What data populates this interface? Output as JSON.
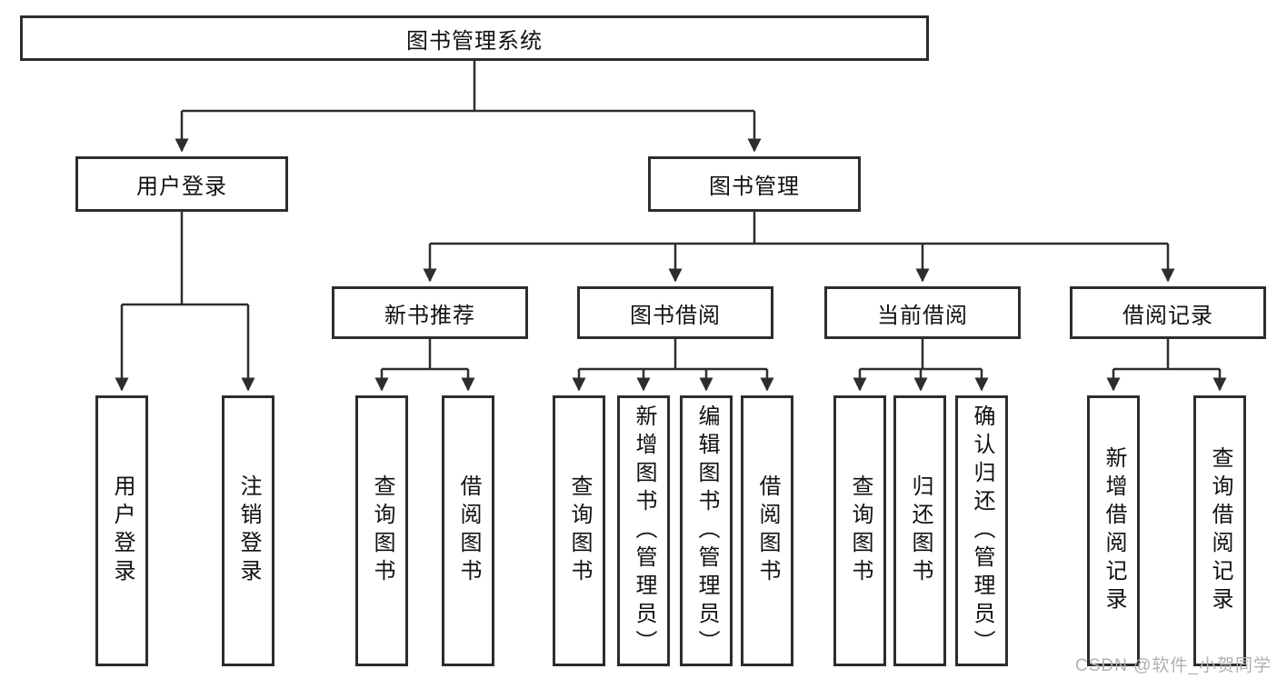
{
  "tree": {
    "root": {
      "label": "图书管理系统"
    },
    "branches": [
      {
        "label": "用户登录",
        "children": [
          {
            "label": "用户登录"
          },
          {
            "label": "注销登录"
          }
        ]
      },
      {
        "label": "图书管理",
        "children": [
          {
            "label": "新书推荐",
            "children": [
              {
                "label": "查询图书"
              },
              {
                "label": "借阅图书"
              }
            ]
          },
          {
            "label": "图书借阅",
            "children": [
              {
                "label": "查询图书"
              },
              {
                "label": "新增图书（管理员）"
              },
              {
                "label": "编辑图书（管理员）"
              },
              {
                "label": "借阅图书"
              }
            ]
          },
          {
            "label": "当前借阅",
            "children": [
              {
                "label": "查询图书"
              },
              {
                "label": "归还图书"
              },
              {
                "label": "确认归还（管理员）"
              }
            ]
          },
          {
            "label": "借阅记录",
            "children": [
              {
                "label": "新增借阅记录"
              },
              {
                "label": "查询借阅记录"
              }
            ]
          }
        ]
      }
    ]
  },
  "watermark": {
    "text": "CSDN @软件_小贺同学"
  },
  "colors": {
    "line": "#2d2d2d",
    "box_border": "#2d2d2d",
    "text": "#111111",
    "watermark": "#b0b0b0",
    "background": "#ffffff"
  }
}
